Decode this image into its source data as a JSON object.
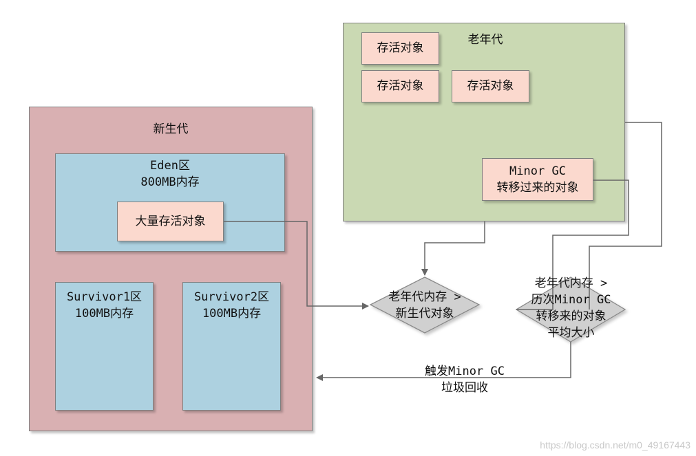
{
  "young_gen": {
    "title": "新生代",
    "eden": {
      "label": "Eden区\n800MB内存",
      "object": "大量存活对象"
    },
    "survivor1": {
      "label": "Survivor1区\n100MB内存"
    },
    "survivor2": {
      "label": "Survivor2区\n100MB内存"
    }
  },
  "old_gen": {
    "title": "老年代",
    "objects": [
      "存活对象",
      "存活对象",
      "存活对象"
    ],
    "promoted": "Minor GC\n转移过来的对象"
  },
  "decisions": {
    "d1": "老年代内存 >\n新生代对象",
    "d2": "老年代内存 >\n历次Minor GC\n转移来的对象\n平均大小"
  },
  "trigger": "触发Minor GC\n垃圾回收",
  "watermark": "https://blog.csdn.net/m0_49167443",
  "colors": {
    "young": "#d9b0b2",
    "old": "#cad9b3",
    "region": "#add1e0",
    "object": "#fbd9ce",
    "decision": "#d0d0d0",
    "connector": "#666666"
  }
}
